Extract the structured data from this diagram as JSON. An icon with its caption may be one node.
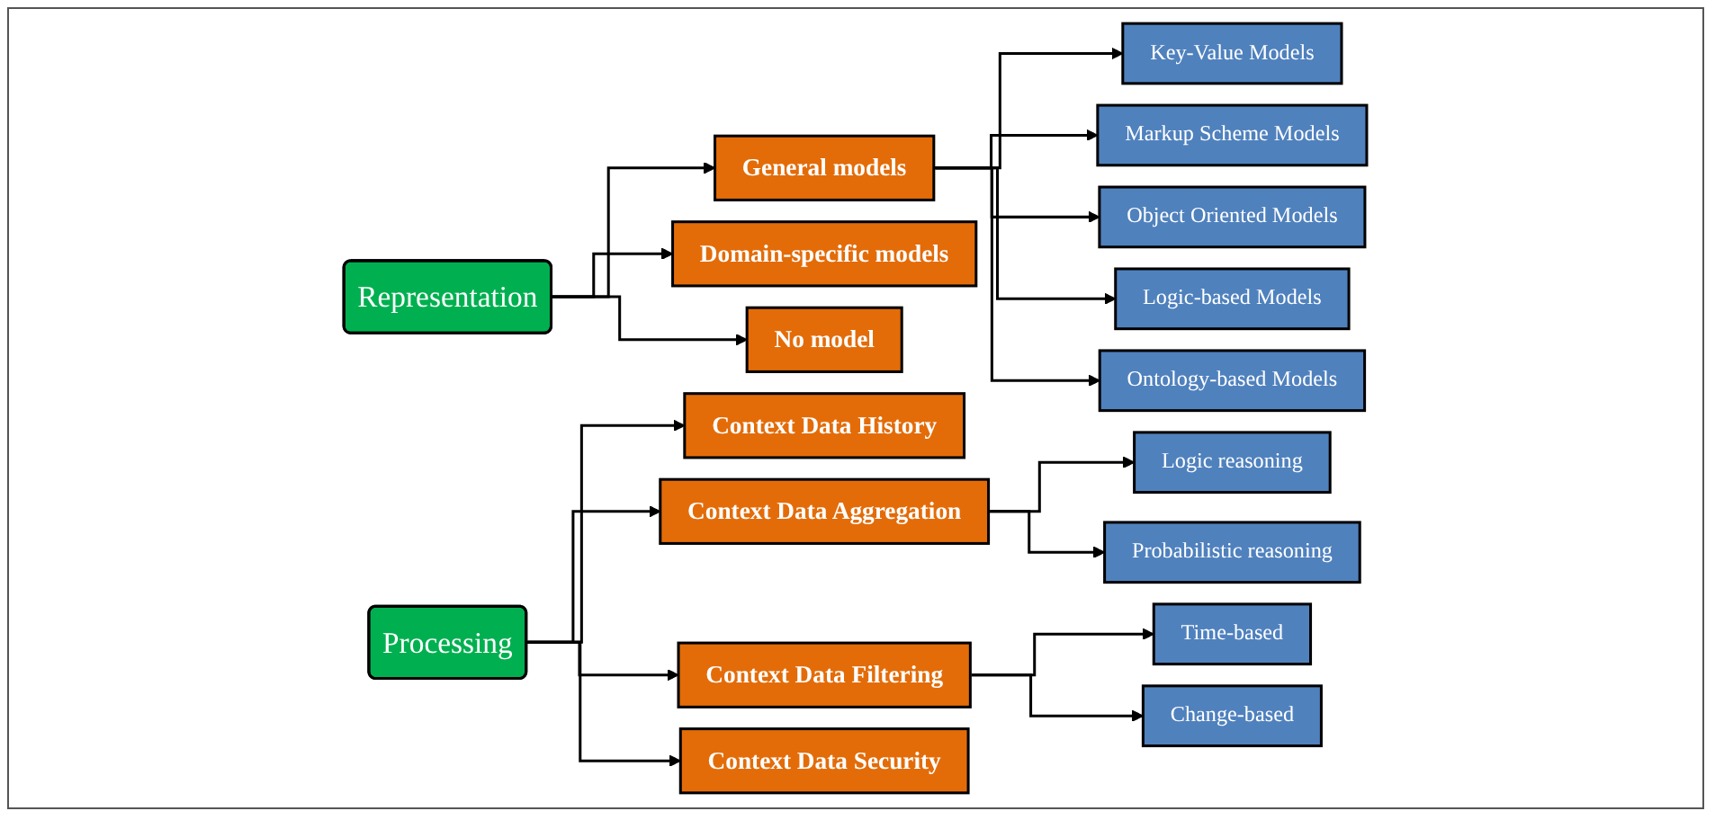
{
  "diagram": {
    "nodes": [
      {
        "text": [
          "Representation"
        ]
      },
      {
        "text": [
          "General models"
        ]
      },
      {
        "text": [
          "Domain-specific models"
        ]
      },
      {
        "text": [
          "No model"
        ]
      },
      {
        "text": [
          "Key-Value Models"
        ]
      },
      {
        "text": [
          "Markup Scheme Models"
        ]
      },
      {
        "text": [
          "Object Oriented Models"
        ]
      },
      {
        "text": [
          "Logic-based Models"
        ]
      },
      {
        "text": [
          "Ontology-based Models"
        ]
      },
      {
        "text": [
          "Processing"
        ]
      },
      {
        "text": [
          "Context Data History"
        ]
      },
      {
        "text": [
          "Context Data Aggregation"
        ]
      },
      {
        "text": [
          "Context Data Filtering"
        ]
      },
      {
        "text": [
          "Context Data Security"
        ]
      },
      {
        "text": [
          "Logic reasoning"
        ]
      },
      {
        "text": [
          "Probabilistic reasoning"
        ]
      },
      {
        "text": [
          "Time-based"
        ]
      },
      {
        "text": [
          "Change-based"
        ]
      }
    ],
    "edges": [
      {
        "from": 0,
        "to": 1,
        "arrow": "to"
      },
      {
        "from": 0,
        "to": 2,
        "arrow": "to"
      },
      {
        "from": 0,
        "to": 3,
        "arrow": "to"
      },
      {
        "from": 1,
        "to": 4,
        "arrow": "to"
      },
      {
        "from": 1,
        "to": 5,
        "arrow": "to"
      },
      {
        "from": 1,
        "to": 6,
        "arrow": "to"
      },
      {
        "from": 1,
        "to": 7,
        "arrow": "to"
      },
      {
        "from": 1,
        "to": 8,
        "arrow": "to"
      },
      {
        "from": 9,
        "to": 10,
        "arrow": "to"
      },
      {
        "from": 9,
        "to": 11,
        "arrow": "to"
      },
      {
        "from": 9,
        "to": 12,
        "arrow": "to"
      },
      {
        "from": 9,
        "to": 13,
        "arrow": "to"
      },
      {
        "from": 11,
        "to": 14,
        "arrow": "to"
      },
      {
        "from": 11,
        "to": 15,
        "arrow": "to"
      },
      {
        "from": 12,
        "to": 16,
        "arrow": "to"
      },
      {
        "from": 12,
        "to": 17,
        "arrow": "to"
      }
    ]
  }
}
